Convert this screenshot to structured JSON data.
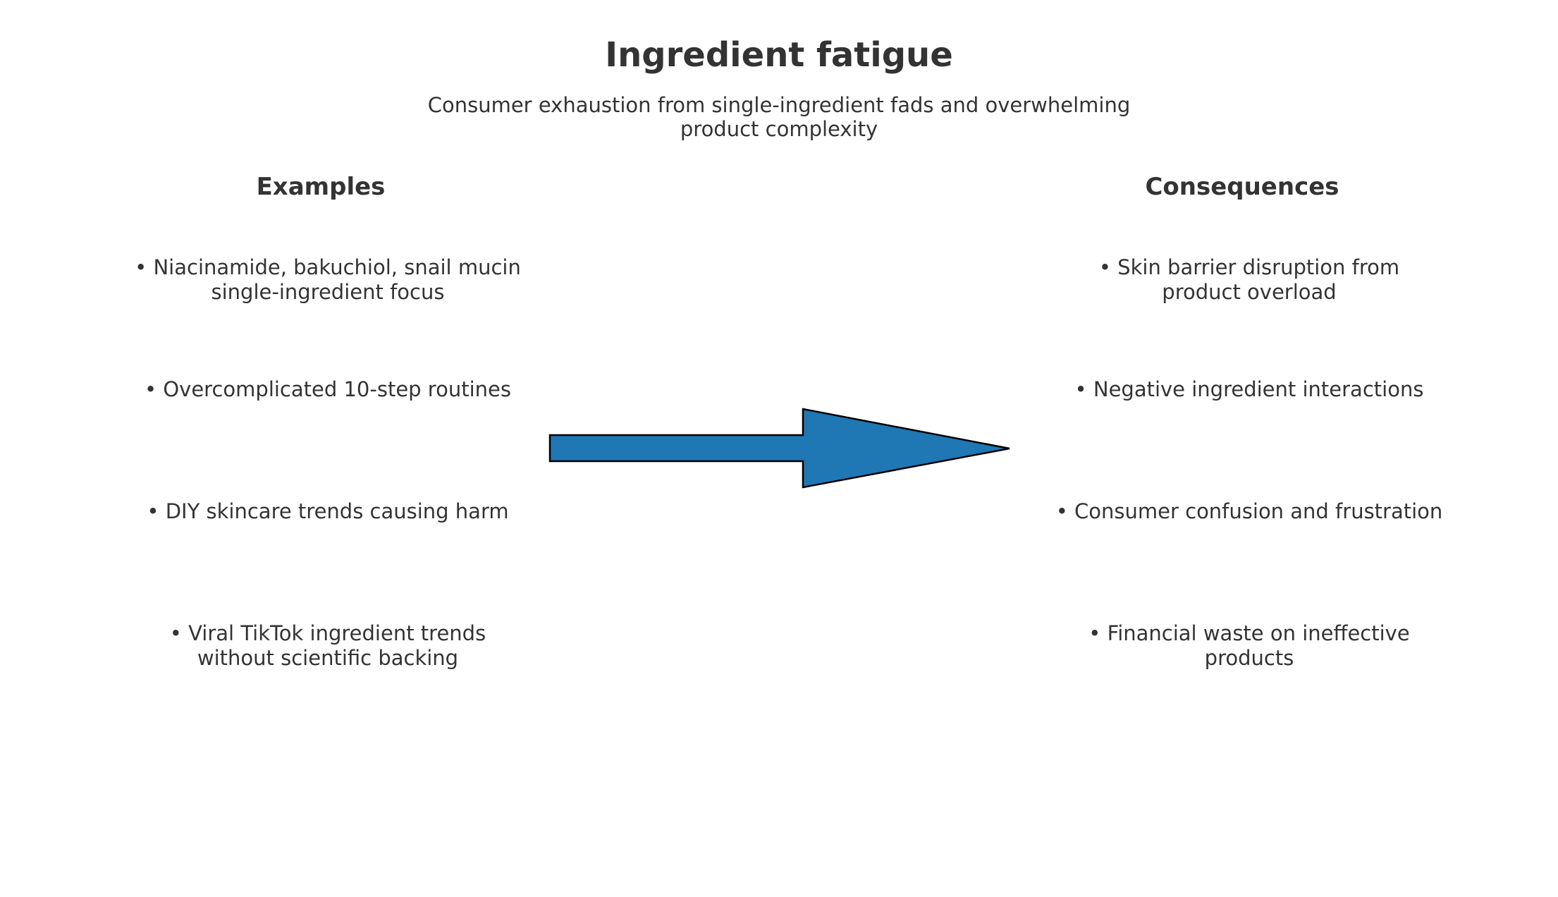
{
  "title": "Ingredient fatigue",
  "subtitle_lines": [
    "Consumer exhaustion from single-ingredient fads and overwhelming",
    "product complexity"
  ],
  "examples": {
    "heading": "Examples",
    "items": [
      [
        "• Niacinamide, bakuchiol, snail mucin",
        "single-ingredient focus"
      ],
      [
        "• Overcomplicated 10-step routines"
      ],
      [
        "• DIY skincare trends causing harm"
      ],
      [
        "• Viral TikTok ingredient trends",
        "without scientific backing"
      ]
    ]
  },
  "consequences": {
    "heading": "Consequences",
    "items": [
      [
        "• Skin barrier disruption from",
        "product overload"
      ],
      [
        "• Negative ingredient interactions"
      ],
      [
        "• Consumer confusion and frustration"
      ],
      [
        "• Financial waste on ineffective",
        "products"
      ]
    ]
  },
  "colors": {
    "arrow_fill": "#1f77b4",
    "arrow_stroke": "#000000",
    "text": "#333333"
  }
}
